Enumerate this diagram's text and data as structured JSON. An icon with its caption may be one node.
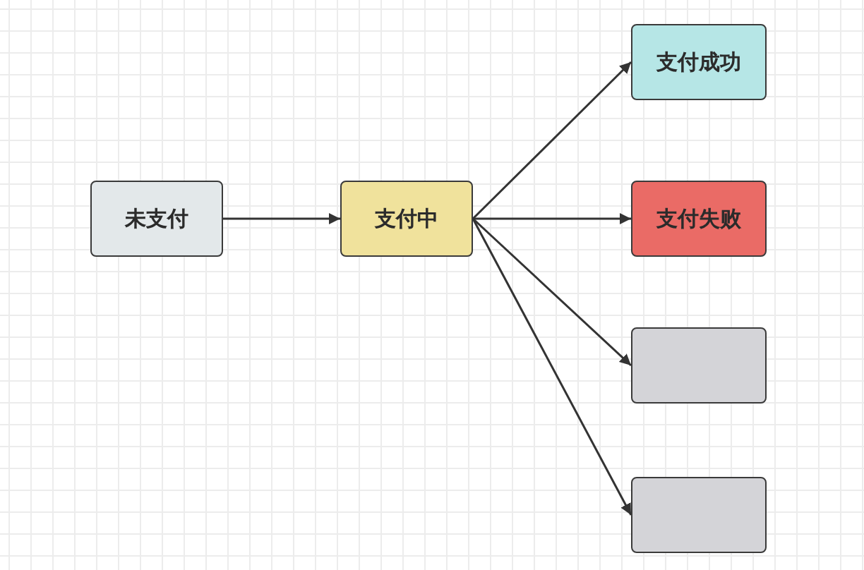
{
  "diagram": {
    "nodes": [
      {
        "text": [
          "未支付"
        ]
      },
      {
        "text": [
          "支付中"
        ]
      },
      {
        "text": [
          "支付成功"
        ]
      },
      {
        "text": [
          "支付失败"
        ]
      },
      {
        "text": [],
        "shape": "box"
      },
      {
        "text": [],
        "shape": "box"
      }
    ],
    "edges": [
      {
        "from": 0,
        "to": 1,
        "arrow": "to"
      },
      {
        "from": 1,
        "to": 2,
        "arrow": "to"
      },
      {
        "from": 1,
        "to": 3,
        "arrow": "to"
      },
      {
        "from": 1,
        "to": 4,
        "arrow": "to"
      },
      {
        "from": 1,
        "to": 5,
        "arrow": "to"
      }
    ]
  }
}
